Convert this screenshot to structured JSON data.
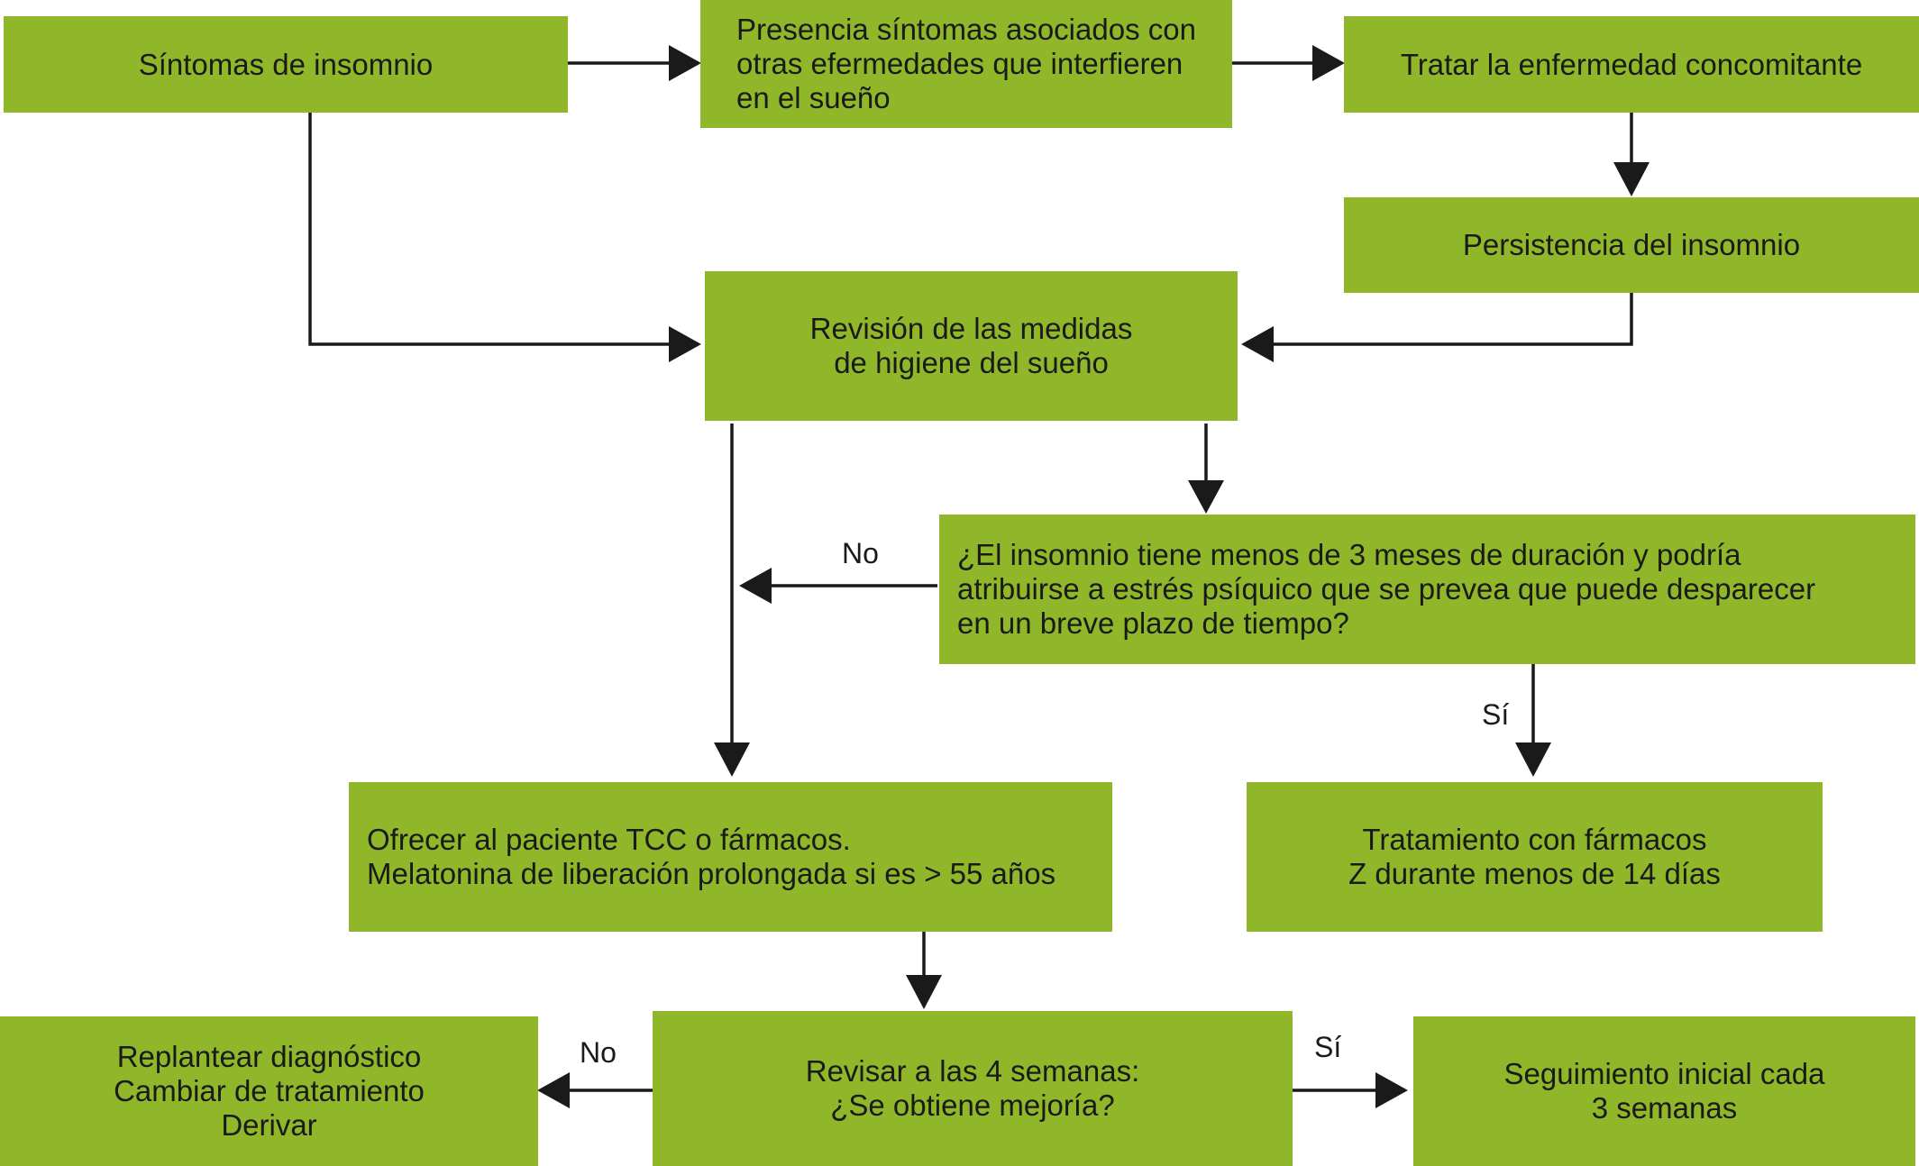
{
  "colors": {
    "box_fill": "#8fb729",
    "text": "#1a1a1a",
    "edge": "#1a1a1a"
  },
  "nodes": {
    "n1": "Síntomas de insomnio",
    "n2": "Presencia síntomas asociados con\notras efermedades que interfieren\nen el sueño",
    "n3": "Tratar la enfermedad concomitante",
    "n4": "Persistencia del insomnio",
    "n5": "Revisión de las medidas\nde higiene del sueño",
    "n6": "¿El insomnio tiene menos de 3 meses de duración y podría\natribuirse a estrés psíquico que se prevea que puede desparecer\nen un breve plazo de tiempo?",
    "n7": "Ofrecer al paciente TCC o fármacos.\nMelatonina de liberación prolongada si es > 55 años",
    "n8": "Tratamiento con fármacos\nZ durante menos de 14 días",
    "n9": "Replantear diagnóstico\nCambiar de tratamiento\nDerivar",
    "n10": "Revisar a las 4 semanas:\n¿Se obtiene mejoría?",
    "n11": "Seguimiento inicial cada\n3 semanas"
  },
  "edge_labels": {
    "no_1": "No",
    "si_1": "Sí",
    "no_2": "No",
    "si_2": "Sí"
  },
  "edges": [
    {
      "from": "n1",
      "to": "n2"
    },
    {
      "from": "n2",
      "to": "n3"
    },
    {
      "from": "n3",
      "to": "n4"
    },
    {
      "from": "n4",
      "to": "n5"
    },
    {
      "from": "n1",
      "to": "n5"
    },
    {
      "from": "n5",
      "to": "n6"
    },
    {
      "from": "n6",
      "to": "n7",
      "label": "No"
    },
    {
      "from": "n5",
      "to": "n7"
    },
    {
      "from": "n6",
      "to": "n8",
      "label": "Sí"
    },
    {
      "from": "n7",
      "to": "n10"
    },
    {
      "from": "n10",
      "to": "n9",
      "label": "No"
    },
    {
      "from": "n10",
      "to": "n11",
      "label": "Sí"
    }
  ]
}
